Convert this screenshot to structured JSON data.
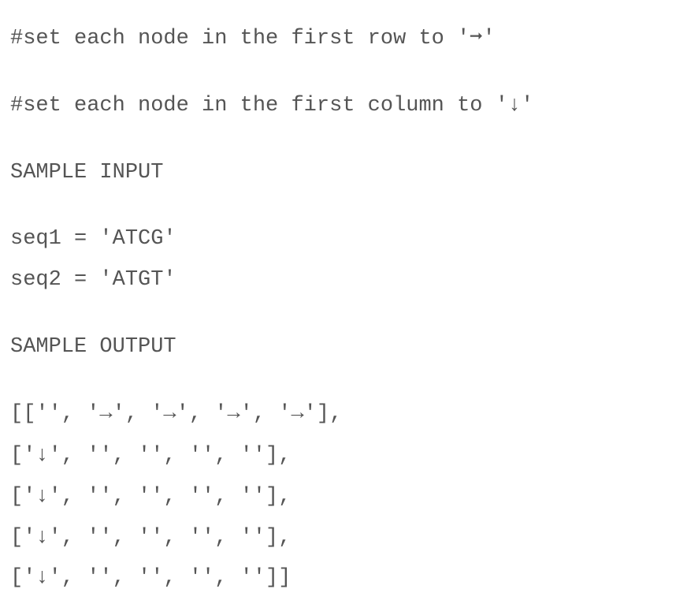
{
  "comments": [
    "#set each node in the first row to '➞'",
    "#set each node in the first column to '↓'"
  ],
  "sample_input": {
    "heading": "SAMPLE INPUT",
    "lines": [
      "seq1 = 'ATCG'",
      "seq2 = 'ATGT'"
    ]
  },
  "sample_output": {
    "heading": "SAMPLE OUTPUT",
    "lines": [
      "[['', '→', '→', '→', '→'],",
      "['↓', '', '', '', ''],",
      "['↓', '', '', '', ''],",
      "['↓', '', '', '', ''],",
      "['↓', '', '', '', '']]"
    ]
  }
}
